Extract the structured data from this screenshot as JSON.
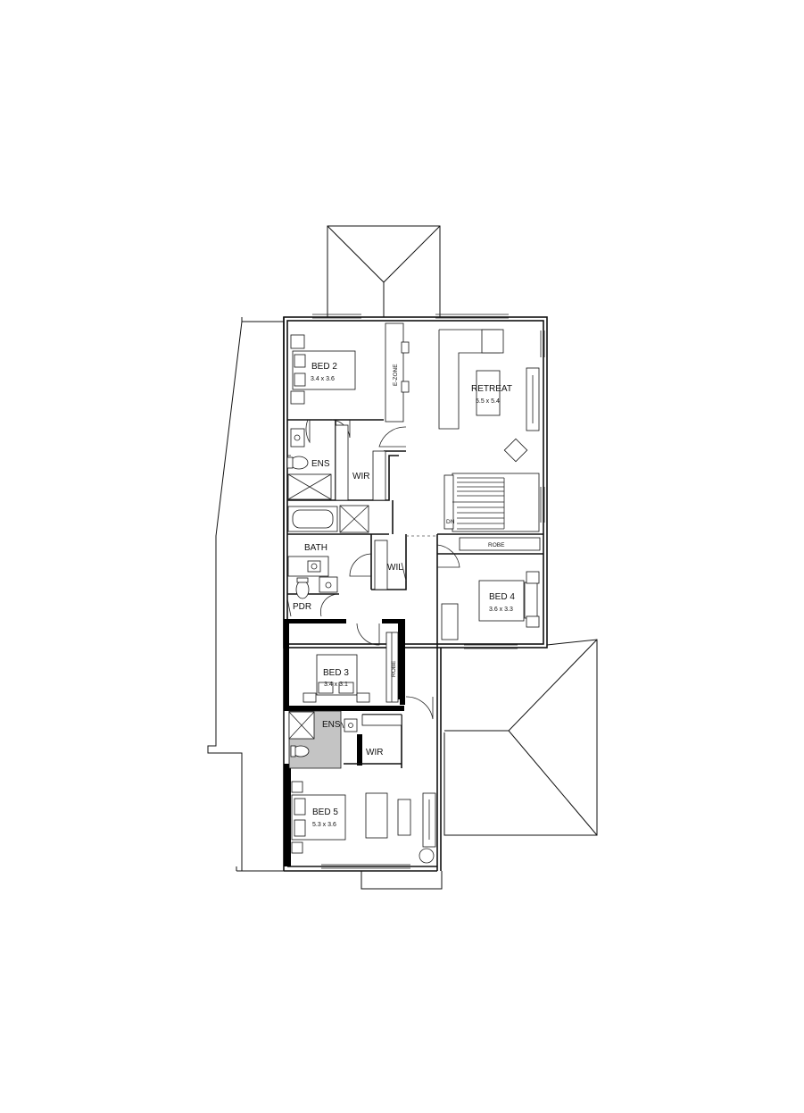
{
  "rooms": {
    "bed2": {
      "name": "BED 2",
      "size": "3.4 x 3.6"
    },
    "retreat": {
      "name": "RETREAT",
      "size": "5.5 x 5.4"
    },
    "ezone": {
      "name": "E-ZONE"
    },
    "ens_upper": {
      "name": "ENS"
    },
    "wir_upper": {
      "name": "WIR"
    },
    "bath": {
      "name": "BATH"
    },
    "wil": {
      "name": "WIL"
    },
    "pdr": {
      "name": "PDR"
    },
    "robe_upper": {
      "name": "ROBE"
    },
    "bed4": {
      "name": "BED 4",
      "size": "3.6 x 3.3"
    },
    "bed3": {
      "name": "BED 3",
      "size": "3.4 x 3.1"
    },
    "robe_bed3": {
      "name": "ROBE"
    },
    "ens_lower": {
      "name": "ENS"
    },
    "wir_lower": {
      "name": "WIR"
    },
    "bed5": {
      "name": "BED 5",
      "size": "5.3 x 3.6"
    }
  },
  "stairs": {
    "label": "DN"
  }
}
